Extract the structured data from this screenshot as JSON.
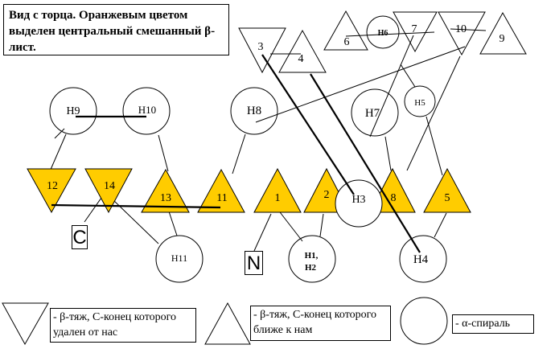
{
  "caption": "Вид с торца. Оранжевым цветом выделен центральный смешанный β-лист.",
  "colors": {
    "sheet_fill": "#ffcc00",
    "stroke": "#000000",
    "background": "#ffffff"
  },
  "strands": {
    "s1": "1",
    "s2": "2",
    "s3": "3",
    "s4": "4",
    "s5": "5",
    "s6": "6",
    "s7": "7",
    "s8": "8",
    "s9": "9",
    "s10": "10",
    "s11": "11",
    "s12": "12",
    "s13": "13",
    "s14": "14"
  },
  "helices": {
    "H1H2": [
      "H1,",
      "H2"
    ],
    "H3": "H3",
    "H4": "H4",
    "H5": "H5",
    "H6": "H6",
    "H7": "H7",
    "H8": "H8",
    "H9": "H9",
    "H10": "H10",
    "H11": "H11"
  },
  "termini": {
    "c": "C",
    "n": "N"
  },
  "legend": {
    "down_triangle": "- β-тяж, С-конец которого удален от нас",
    "up_triangle": "- β-тяж, С-конец которого ближе к нам",
    "circle": "- α-спираль"
  }
}
